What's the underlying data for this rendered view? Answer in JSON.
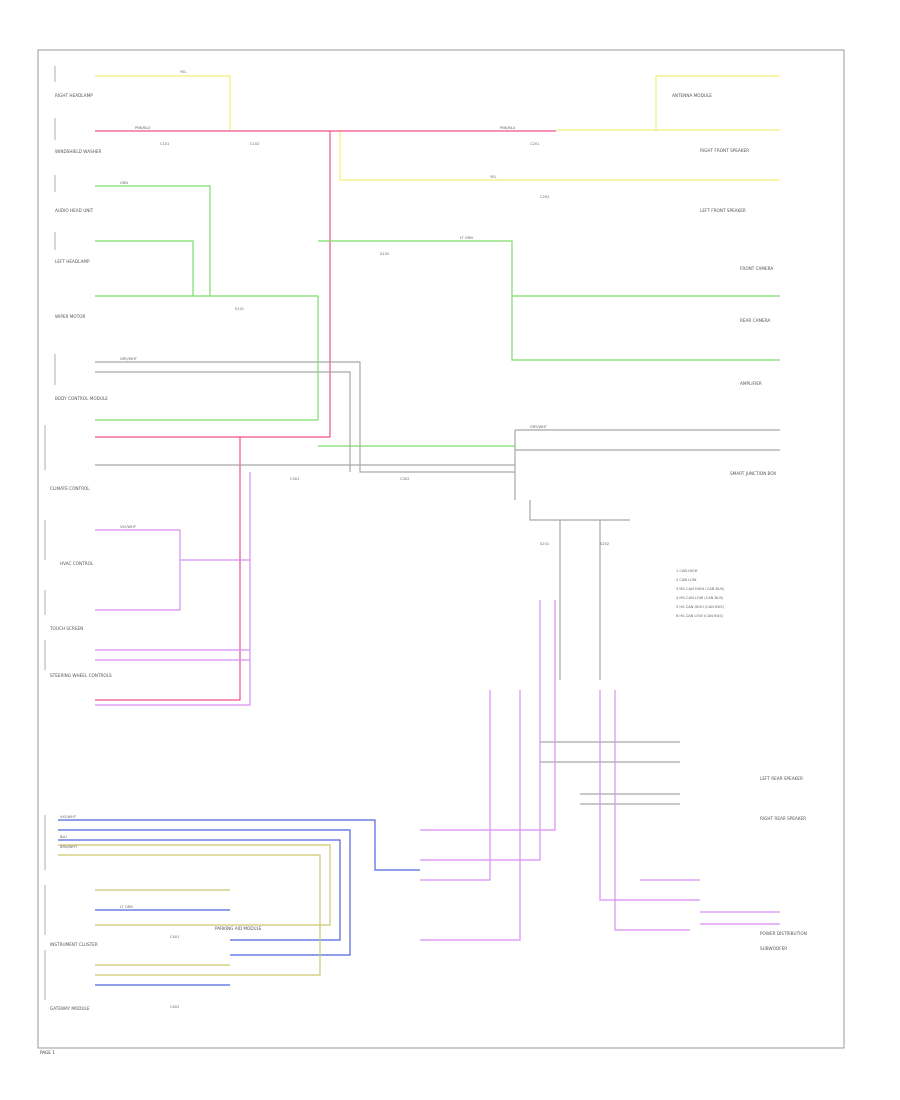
{
  "colors": {
    "yellow": "#f2ee7a",
    "pink": "#f0508a",
    "green": "#7ddc6e",
    "grey": "#a8a8a8",
    "purple": "#d98ff0",
    "blue": "#4e64e0",
    "olive": "#cfc870",
    "teal": "#5aa0b0"
  },
  "components": {
    "right_headlamp": "RIGHT HEADLAMP",
    "windshield_washer": "WINDSHIELD WASHER",
    "audio_head_unit": "AUDIO HEAD UNIT",
    "left_headlamp": "LEFT HEADLAMP",
    "wiper_motor": "WIPER MOTOR",
    "body_control_module": "BODY CONTROL MODULE",
    "climate_control": "CLIMATE CONTROL",
    "touch_screen": "TOUCH SCREEN",
    "hvac_control": "HVAC CONTROL",
    "steering_control": "STEERING WHEEL CONTROLS",
    "antenna_module": "ANTENNA MODULE",
    "amplifier": "AMPLIFIER",
    "right_front_speaker": "RIGHT FRONT SPEAKER",
    "left_front_speaker": "LEFT FRONT SPEAKER",
    "front_camera": "FRONT CAMERA",
    "rear_camera": "REAR CAMERA",
    "left_rear_speaker": "LEFT REAR SPEAKER",
    "right_rear_speaker": "RIGHT REAR SPEAKER",
    "subwoofer": "SUBWOOFER",
    "instrument_cluster": "INSTRUMENT CLUSTER",
    "gateway_module": "GATEWAY MODULE",
    "parking_aid_module": "PARKING AID MODULE",
    "power_distribution": "POWER DISTRIBUTION",
    "smart_junction": "SMART JUNCTION BOX"
  },
  "wires": {
    "yel": "YEL",
    "pnk": "PNK/BLU",
    "grn": "GRN",
    "gry": "GRY/WHT",
    "vio": "VIO/WHT",
    "blu": "BLU",
    "lgn": "LT GRN",
    "brn": "BRN/WHT"
  },
  "connectors": {
    "c101": "C101",
    "c102": "C102",
    "c201": "C201",
    "c202": "C202",
    "c301": "C301",
    "c302": "C302",
    "c401": "C401",
    "c402": "C402",
    "s101": "S101",
    "s102": "S102",
    "s201": "S201",
    "s202": "S202"
  },
  "notes": [
    "1 CAN HIGH",
    "2 CAN LOW",
    "3 MS-CAN HIGH (CAN BUS)",
    "4 MS-CAN LOW (CAN BUS)",
    "5 HS-CAN HIGH (CAN BUS)",
    "6 HS-CAN LOW (CAN BUS)"
  ],
  "page_number": "PAGE 1"
}
